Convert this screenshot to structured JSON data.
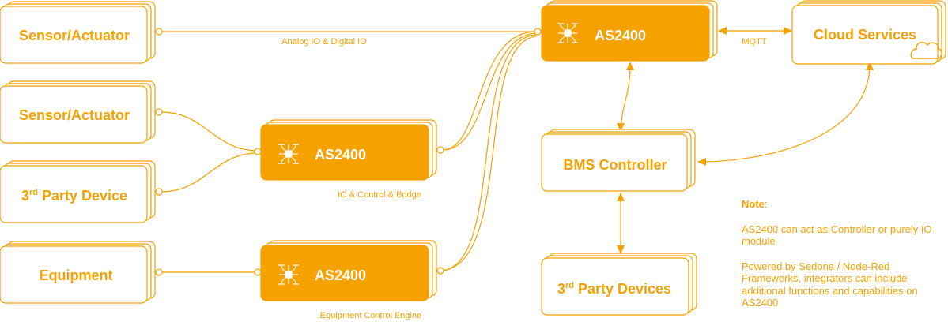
{
  "colors": {
    "accent": "#F5A100",
    "fill_dark": "#F5A100",
    "fill_light": "#ffffff",
    "text_on_dark": "#ffffff"
  },
  "nodes": {
    "sensor_actuator_1": "Sensor/Actuator",
    "sensor_actuator_2": "Sensor/Actuator",
    "third_party_device": {
      "base": "3",
      "sup": "rd",
      "rest": " Party Device"
    },
    "equipment": "Equipment",
    "as2400_top": "AS2400",
    "as2400_mid": "AS2400",
    "as2400_bottom": "AS2400",
    "cloud_services": "Cloud Services",
    "bms_controller": "BMS Controller",
    "third_party_devices": {
      "base": "3",
      "sup": "rd",
      "rest": " Party Devices"
    }
  },
  "edge_labels": {
    "analog_io": "Analog IO & Digital IO",
    "mqtt": "MQTT",
    "io_control_bridge": "IO & Control & Bridge",
    "equipment_engine": "Equipment Control Engine"
  },
  "note": {
    "heading": "Note",
    "colon": ":",
    "para1": "AS2400 can act as Controller or purely IO module",
    "para2": "Powered by Sedona / Node-Red Frameworks, integrators can include additional functions and capabilities on AS2400"
  },
  "icons": {
    "device": "chip-icon",
    "cloud": "cloud-icon"
  }
}
